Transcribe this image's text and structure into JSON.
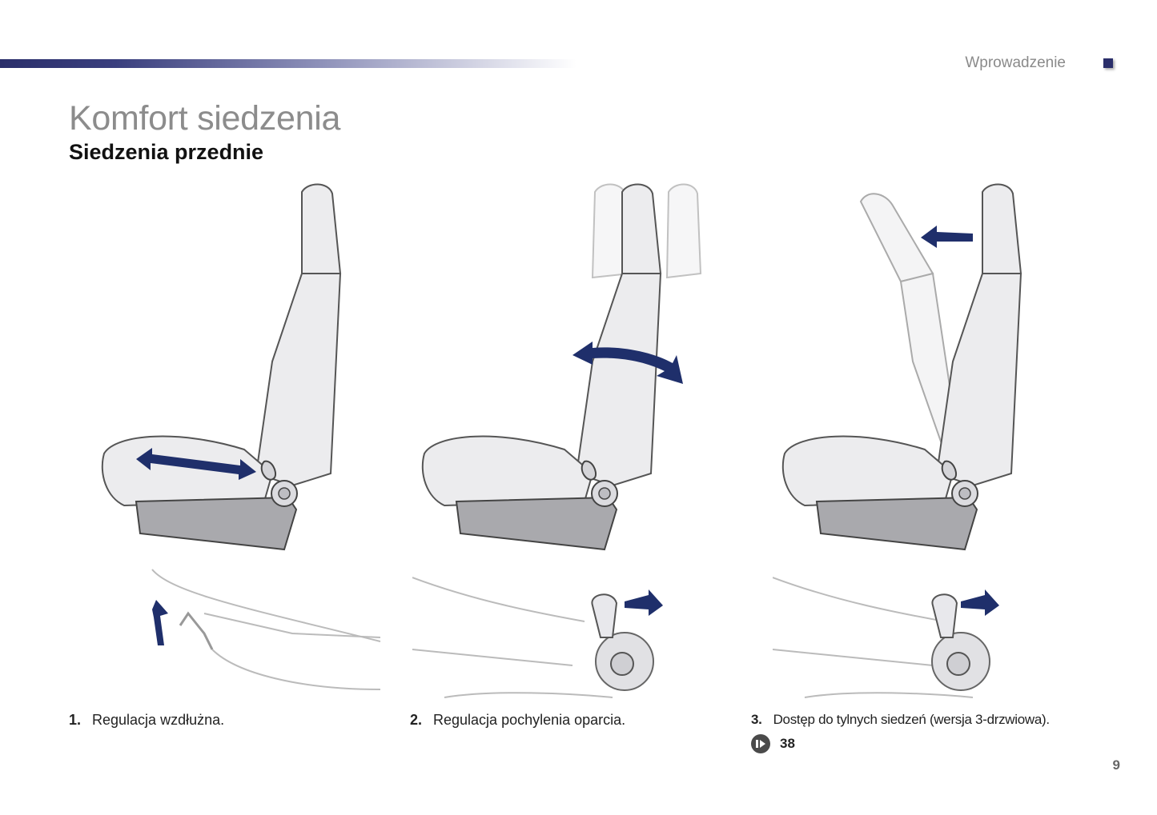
{
  "header": {
    "section": "Wprowadzenie"
  },
  "title": "Komfort siedzenia",
  "subtitle": "Siedzenia przednie",
  "colors": {
    "brand": "#2a2e6a",
    "arrow": "#1f2f6b",
    "seat": "#ececee",
    "base": "#a9a9ad"
  },
  "captions": [
    {
      "num": "1.",
      "text": "Regulacja wzdłużna."
    },
    {
      "num": "2.",
      "text": "Regulacja pochylenia oparcia."
    },
    {
      "num": "3.",
      "text": "Dostęp do tylnych siedzeń (wersja 3-drzwiowa)."
    }
  ],
  "reference": {
    "icon": "page-reference-icon",
    "page": "38"
  },
  "page_number": "9"
}
